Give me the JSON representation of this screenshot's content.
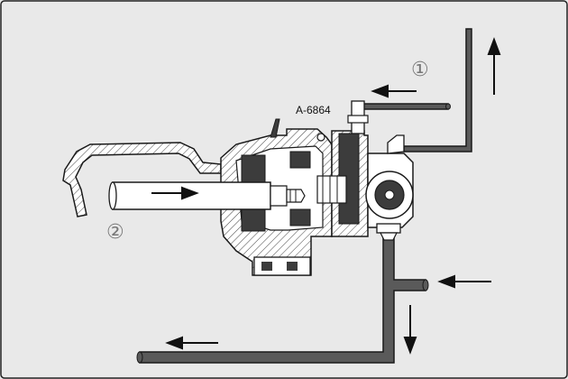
{
  "diagram": {
    "part_number": "A-6864",
    "callout_1": "①",
    "callout_2": "②"
  },
  "colors": {
    "background": "#e9e9e9",
    "frame": "#222222",
    "line": "#1a1a1a",
    "pipe_fill": "#5a5a5a",
    "metal_fill": "#ffffff",
    "dark_part": "#3c3c3c"
  }
}
